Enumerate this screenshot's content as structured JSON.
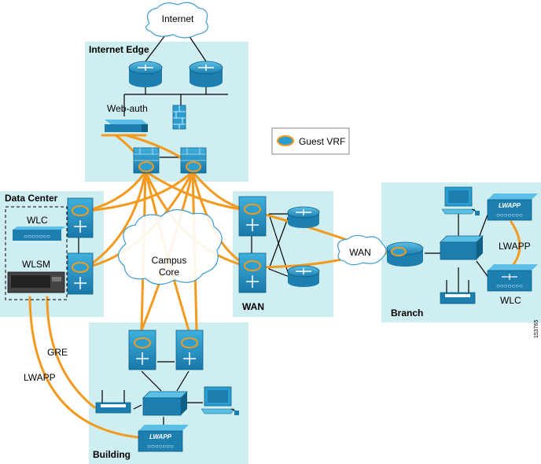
{
  "zones": {
    "internet_edge": "Internet Edge",
    "data_center": "Data Center",
    "wan": "WAN",
    "branch": "Branch",
    "building": "Building"
  },
  "clouds": {
    "internet": "Internet",
    "campus_core_line1": "Campus",
    "campus_core_line2": "Core",
    "wan": "WAN"
  },
  "devices": {
    "web_auth": "Web-auth",
    "wlc_dc": "WLC",
    "wlsm": "WLSM",
    "wlc_branch": "WLC",
    "lwapp_badge": "LWAPP"
  },
  "link_labels": {
    "gre": "GRE",
    "lwapp_dc": "LWAPP",
    "lwapp_branch": "LWAPP"
  },
  "legend": {
    "guest_vrf": "Guest VRF"
  },
  "figure_id": "153765",
  "colors": {
    "zone_fill": "#cfeef1",
    "device_blue": "#2b9ed1",
    "device_dark": "#1b6f96",
    "guest_vrf_link": "#f39a1e"
  }
}
